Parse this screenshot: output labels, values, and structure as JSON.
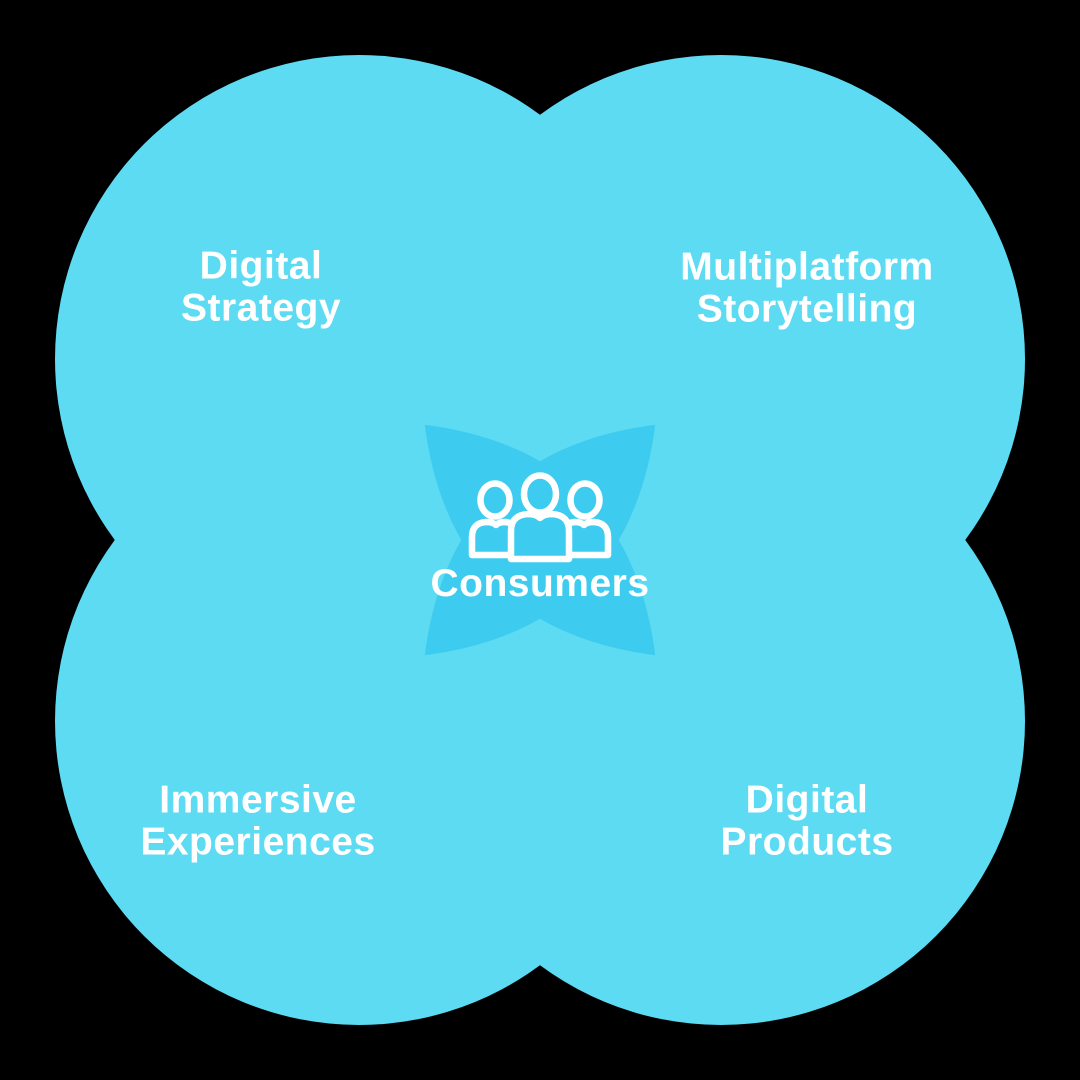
{
  "colors": {
    "background": "#000000",
    "petal_blue": "#5CDBF3",
    "overlap_blue": "#3DCCEF",
    "text_white": "#FFFFFF"
  },
  "diagram": {
    "center": {
      "label": "Consumers",
      "icon": "people-group-icon"
    },
    "petals": [
      {
        "position": "top-left",
        "label": "Digital\nStrategy"
      },
      {
        "position": "top-right",
        "label": "Multiplatform\nStorytelling"
      },
      {
        "position": "bottom-left",
        "label": "Immersive\nExperiences"
      },
      {
        "position": "bottom-right",
        "label": "Digital\nProducts"
      }
    ]
  }
}
